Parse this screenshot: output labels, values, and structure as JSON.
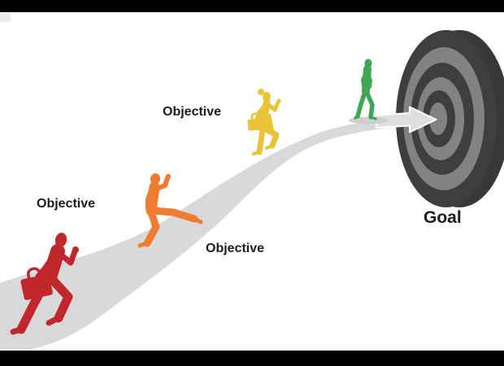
{
  "scene": {
    "background": "#ffffff",
    "letterbox_color": "#000000"
  },
  "labels": {
    "objective_top": "Objective",
    "objective_left": "Objective",
    "objective_bottom": "Objective",
    "goal": "Goal"
  },
  "colors": {
    "path": "#d9d9d9",
    "arrow": "#dedede",
    "arrow_outline": "#ffffff",
    "runner_red": "#c1272d",
    "strider_orange": "#ef7c31",
    "climber_yellow": "#e9c338",
    "walker_green": "#3fa655",
    "walker_shadow": "#cfcfcf",
    "target_dark": "#3e3e3e",
    "target_side": "#383838",
    "target_light": "#828282",
    "text": "#1c1c1c"
  },
  "figures": [
    {
      "name": "running-businessman-with-briefcase",
      "color": "#c1272d",
      "milestone": "Objective"
    },
    {
      "name": "striding-businessman",
      "color": "#ef7c31",
      "milestone": "Objective"
    },
    {
      "name": "climbing-businesswoman-with-briefcase",
      "color": "#e9c338",
      "milestone": "Objective"
    },
    {
      "name": "walking-businessman",
      "color": "#3fa655",
      "milestone": "Goal"
    }
  ]
}
